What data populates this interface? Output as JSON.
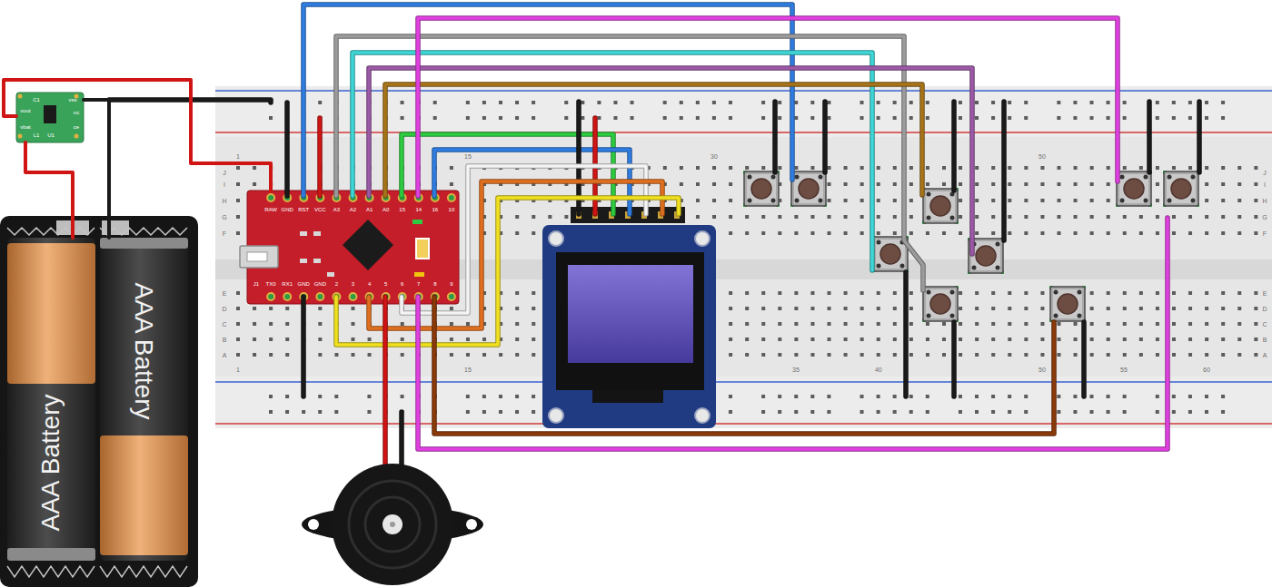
{
  "diagram": {
    "nodes": [
      {
        "text": [
          "vss",
          "vout",
          "vbat",
          "nc",
          "ce",
          "C1",
          "L1",
          "U1"
        ]
      },
      {
        "text": [
          "RAW",
          "GND",
          "RST",
          "VCC",
          "A3",
          "A2",
          "A1",
          "A0",
          "15",
          "14",
          "16",
          "10",
          "TX0",
          "RX1",
          "GND",
          "GND",
          "2",
          "3",
          "4",
          "5",
          "6",
          "7",
          "8",
          "9",
          "J1"
        ]
      },
      {
        "text": [
          "AAA Battery"
        ]
      },
      {
        "text": [
          "AAA Battery"
        ]
      }
    ],
    "edges": [
      {
        "from": 0,
        "to": 1,
        "arrow": "none"
      },
      {
        "from": 0,
        "to": 2,
        "arrow": "none"
      },
      {
        "from": 0,
        "to": 3,
        "arrow": "none"
      }
    ],
    "labels": [
      "1",
      "15",
      "30",
      "50",
      "J",
      "I",
      "H",
      "G",
      "F",
      "E",
      "D",
      "C",
      "B",
      "A",
      "1",
      "15",
      "35",
      "40",
      "50",
      "55",
      "60",
      "J",
      "I",
      "H",
      "G",
      "F",
      "E",
      "D",
      "C",
      "B",
      "A"
    ]
  }
}
